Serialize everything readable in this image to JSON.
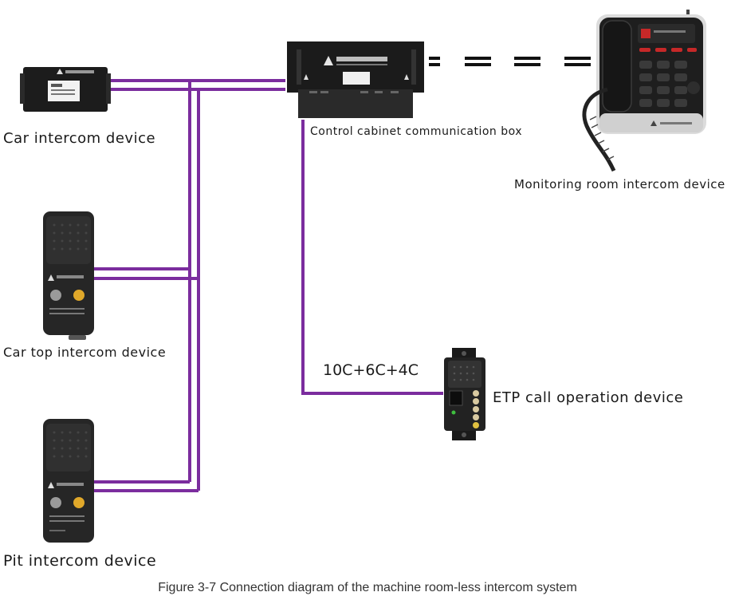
{
  "colors": {
    "wire": "#7b2d9e",
    "device_body": "#2a2a2a",
    "device_dark": "#111111",
    "dashes": "#111111",
    "button_gray": "#9a9a9a",
    "button_yellow": "#e0a82a",
    "phone_button_red": "#c62828"
  },
  "devices": {
    "car_intercom": {
      "label": "Car intercom device"
    },
    "car_top_intercom": {
      "label": "Car top intercom device"
    },
    "pit_intercom": {
      "label": "Pit intercom device"
    },
    "control_cabinet": {
      "label": "Control cabinet communication box"
    },
    "monitoring_room": {
      "label": "Monitoring room intercom device"
    },
    "etp_call": {
      "label": "ETP call operation device"
    }
  },
  "cable_spec": "10C+6C+4C",
  "caption": "Figure 3-7 Connection diagram of the machine room-less intercom system"
}
